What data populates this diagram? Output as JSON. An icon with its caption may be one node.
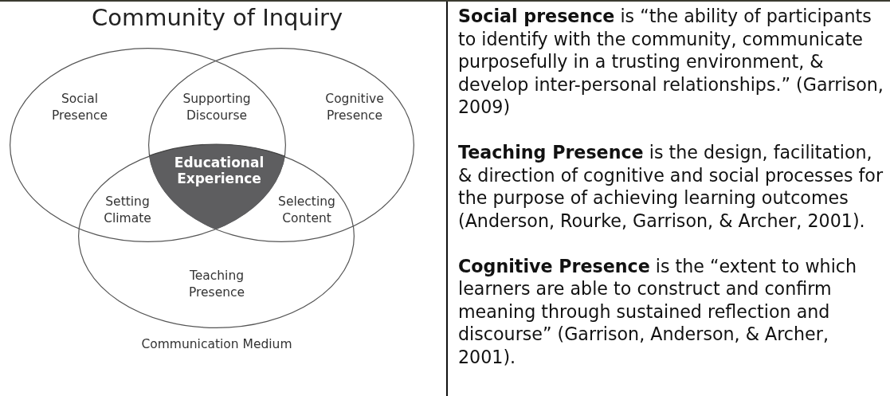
{
  "diagram": {
    "title": "Community of Inquiry",
    "nodes": [
      {
        "text": [
          "Social Presence"
        ]
      },
      {
        "text": [
          "Cognitive Presence"
        ]
      },
      {
        "text": [
          "Teaching Presence"
        ]
      },
      {
        "text": [
          "Educational Experience"
        ],
        "in": 2
      }
    ],
    "labels": [
      "Supporting Discourse",
      "Setting Climate",
      "Selecting Content",
      "Communication Medium",
      "**Social presence** is “the ability of participants to identify with the community, communicate purposefully in a trusting environment, & develop inter-personal relationships.” (Garrison, 2009)",
      "**Teaching Presence** is the design, facilitation, & direction of cognitive and social processes for the purpose of achieving learning outcomes (Anderson, Rourke, Garrison, & Archer, 2001).",
      "**Cognitive Presence** is the “extent to which learners are able to construct and confirm meaning through sustained reflection and discourse” (Garrison, Anderson, & Archer, 2001)."
    ]
  }
}
